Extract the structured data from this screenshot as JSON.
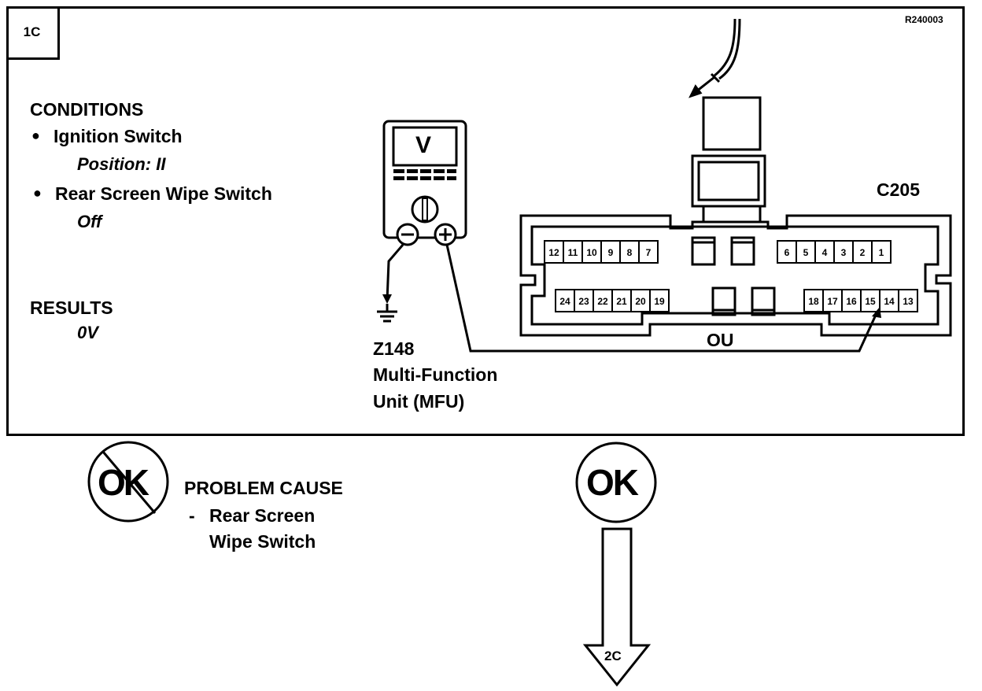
{
  "step_id": "1C",
  "reference_code": "R240003",
  "conditions": {
    "heading": "CONDITIONS",
    "items": [
      {
        "label": "Ignition Switch",
        "value": "Position: II"
      },
      {
        "label": "Rear Screen Wipe Switch",
        "value": "Off"
      }
    ]
  },
  "results": {
    "heading": "RESULTS",
    "value": "0V"
  },
  "meter": {
    "display": "V",
    "neg_symbol": "⊖",
    "pos_symbol": "⊕"
  },
  "connector": {
    "id": "C205",
    "colour_code": "OU",
    "top_pins_left": [
      "12",
      "11",
      "10",
      "9",
      "8",
      "7"
    ],
    "top_pins_right": [
      "6",
      "5",
      "4",
      "3",
      "2",
      "1"
    ],
    "bottom_pins_left": [
      "24",
      "23",
      "22",
      "21",
      "20",
      "19"
    ],
    "bottom_pins_right": [
      "18",
      "17",
      "16",
      "15",
      "14",
      "13"
    ]
  },
  "component": {
    "code": "Z148",
    "name_line1": "Multi-Function",
    "name_line2": "Unit (MFU)"
  },
  "outcomes": {
    "not_ok": {
      "badge": "OK",
      "heading": "PROBLEM CAUSE",
      "dash": "-",
      "cause_line1": "Rear Screen",
      "cause_line2": "Wipe Switch"
    },
    "ok": {
      "badge": "OK",
      "next_step": "2C"
    }
  }
}
